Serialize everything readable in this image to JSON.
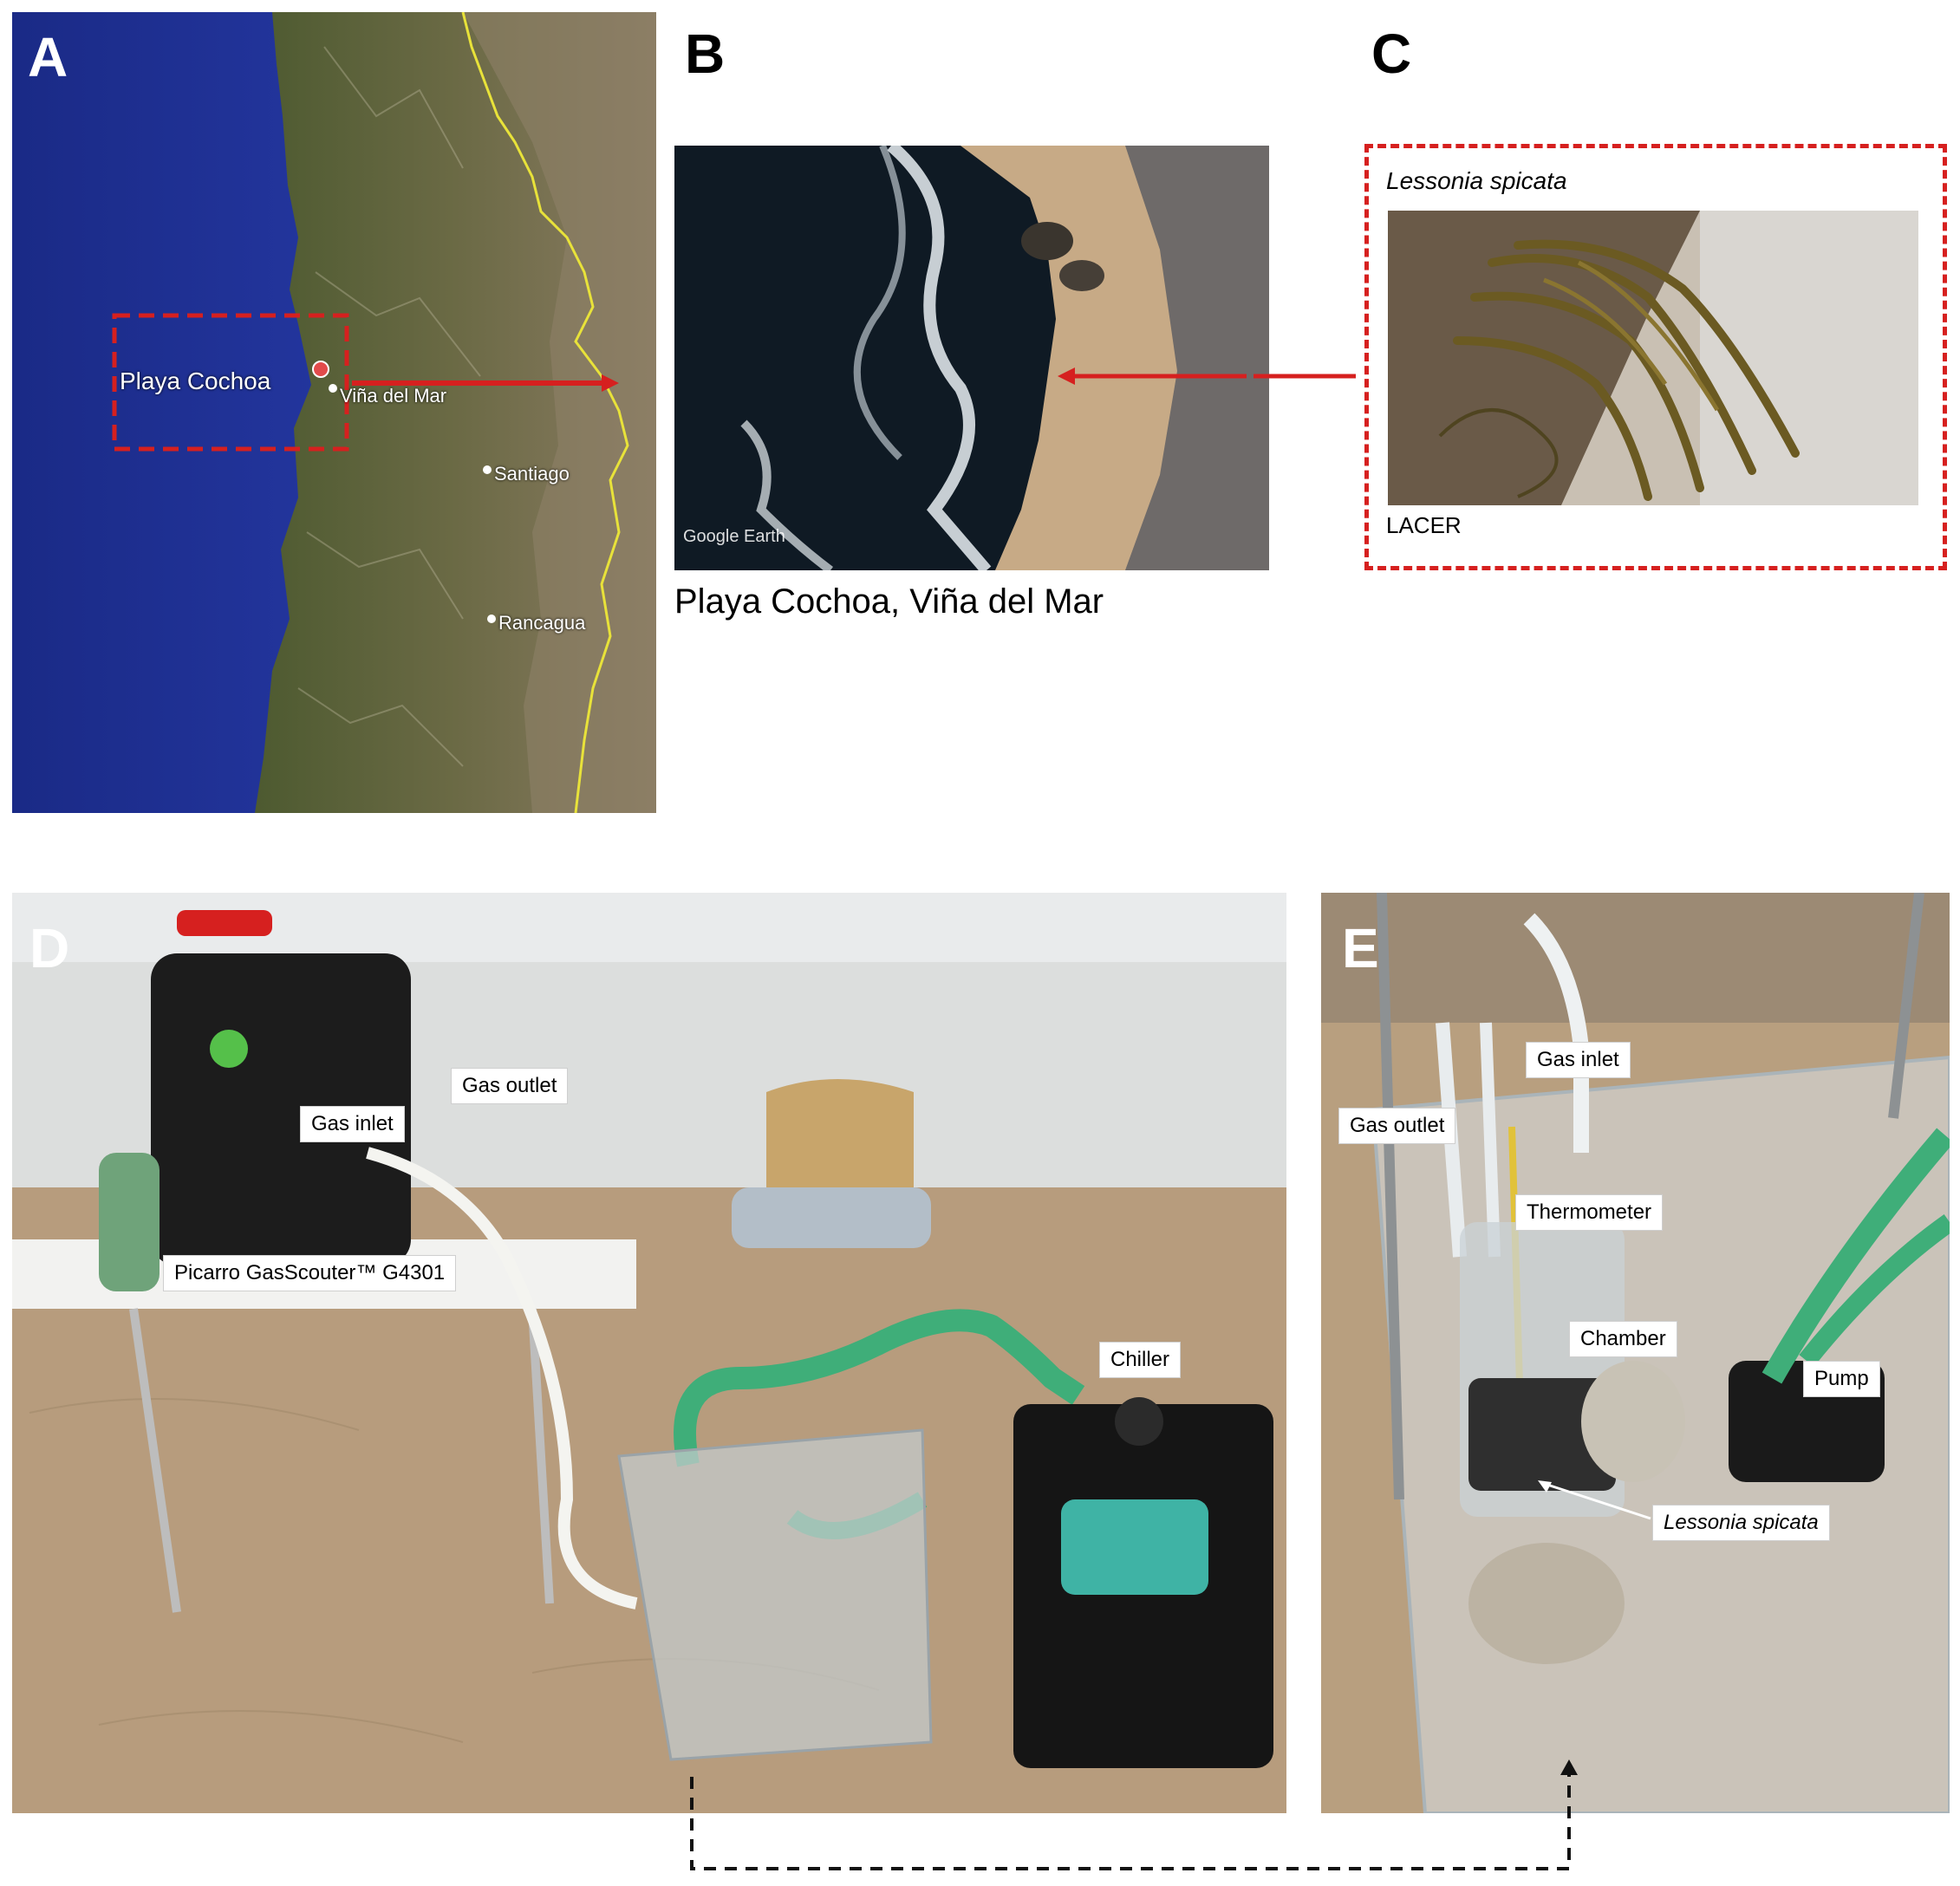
{
  "panels": {
    "a": {
      "letter": "A",
      "place_label": "Playa Cochoa",
      "cities": [
        "Viña del Mar",
        "Santiago",
        "Rancagua"
      ]
    },
    "b": {
      "letter": "B",
      "caption": "Playa Cochoa, Viña del Mar",
      "watermark": "Google Earth"
    },
    "c": {
      "letter": "C",
      "species": "Lessonia spicata",
      "credit": "LACER"
    },
    "d": {
      "letter": "D",
      "labels": {
        "gas_outlet": "Gas outlet",
        "gas_inlet": "Gas inlet",
        "analyzer": "Picarro GasScouter™ G4301",
        "chiller": "Chiller"
      }
    },
    "e": {
      "letter": "E",
      "labels": {
        "gas_inlet": "Gas inlet",
        "gas_outlet": "Gas outlet",
        "thermometer": "Thermometer",
        "chamber": "Chamber",
        "pump": "Pump",
        "species": "Lessonia spicata"
      }
    }
  },
  "colors": {
    "highlight_red": "#d6201f",
    "ocean_blue": "#23339a",
    "land_green": "#5c6a3c",
    "border_yellow": "#e8e23a",
    "sand": "#bfa688"
  }
}
